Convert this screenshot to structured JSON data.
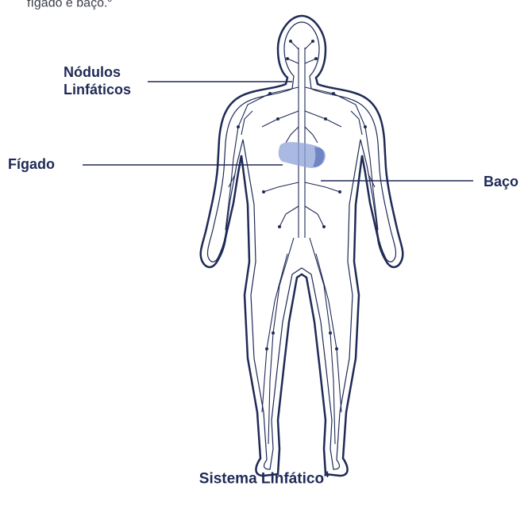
{
  "intro": {
    "text": "fígado e baço.",
    "footnote": "3"
  },
  "labels": {
    "nodes_line1": "Nódulos",
    "nodes_line2": "Linfáticos",
    "liver": "Fígado",
    "spleen": "Baço"
  },
  "caption": {
    "text": "Sistema Linfático",
    "footnote": "4"
  },
  "colors": {
    "outline": "#1f2a56",
    "organ": "#8ea2d8"
  }
}
